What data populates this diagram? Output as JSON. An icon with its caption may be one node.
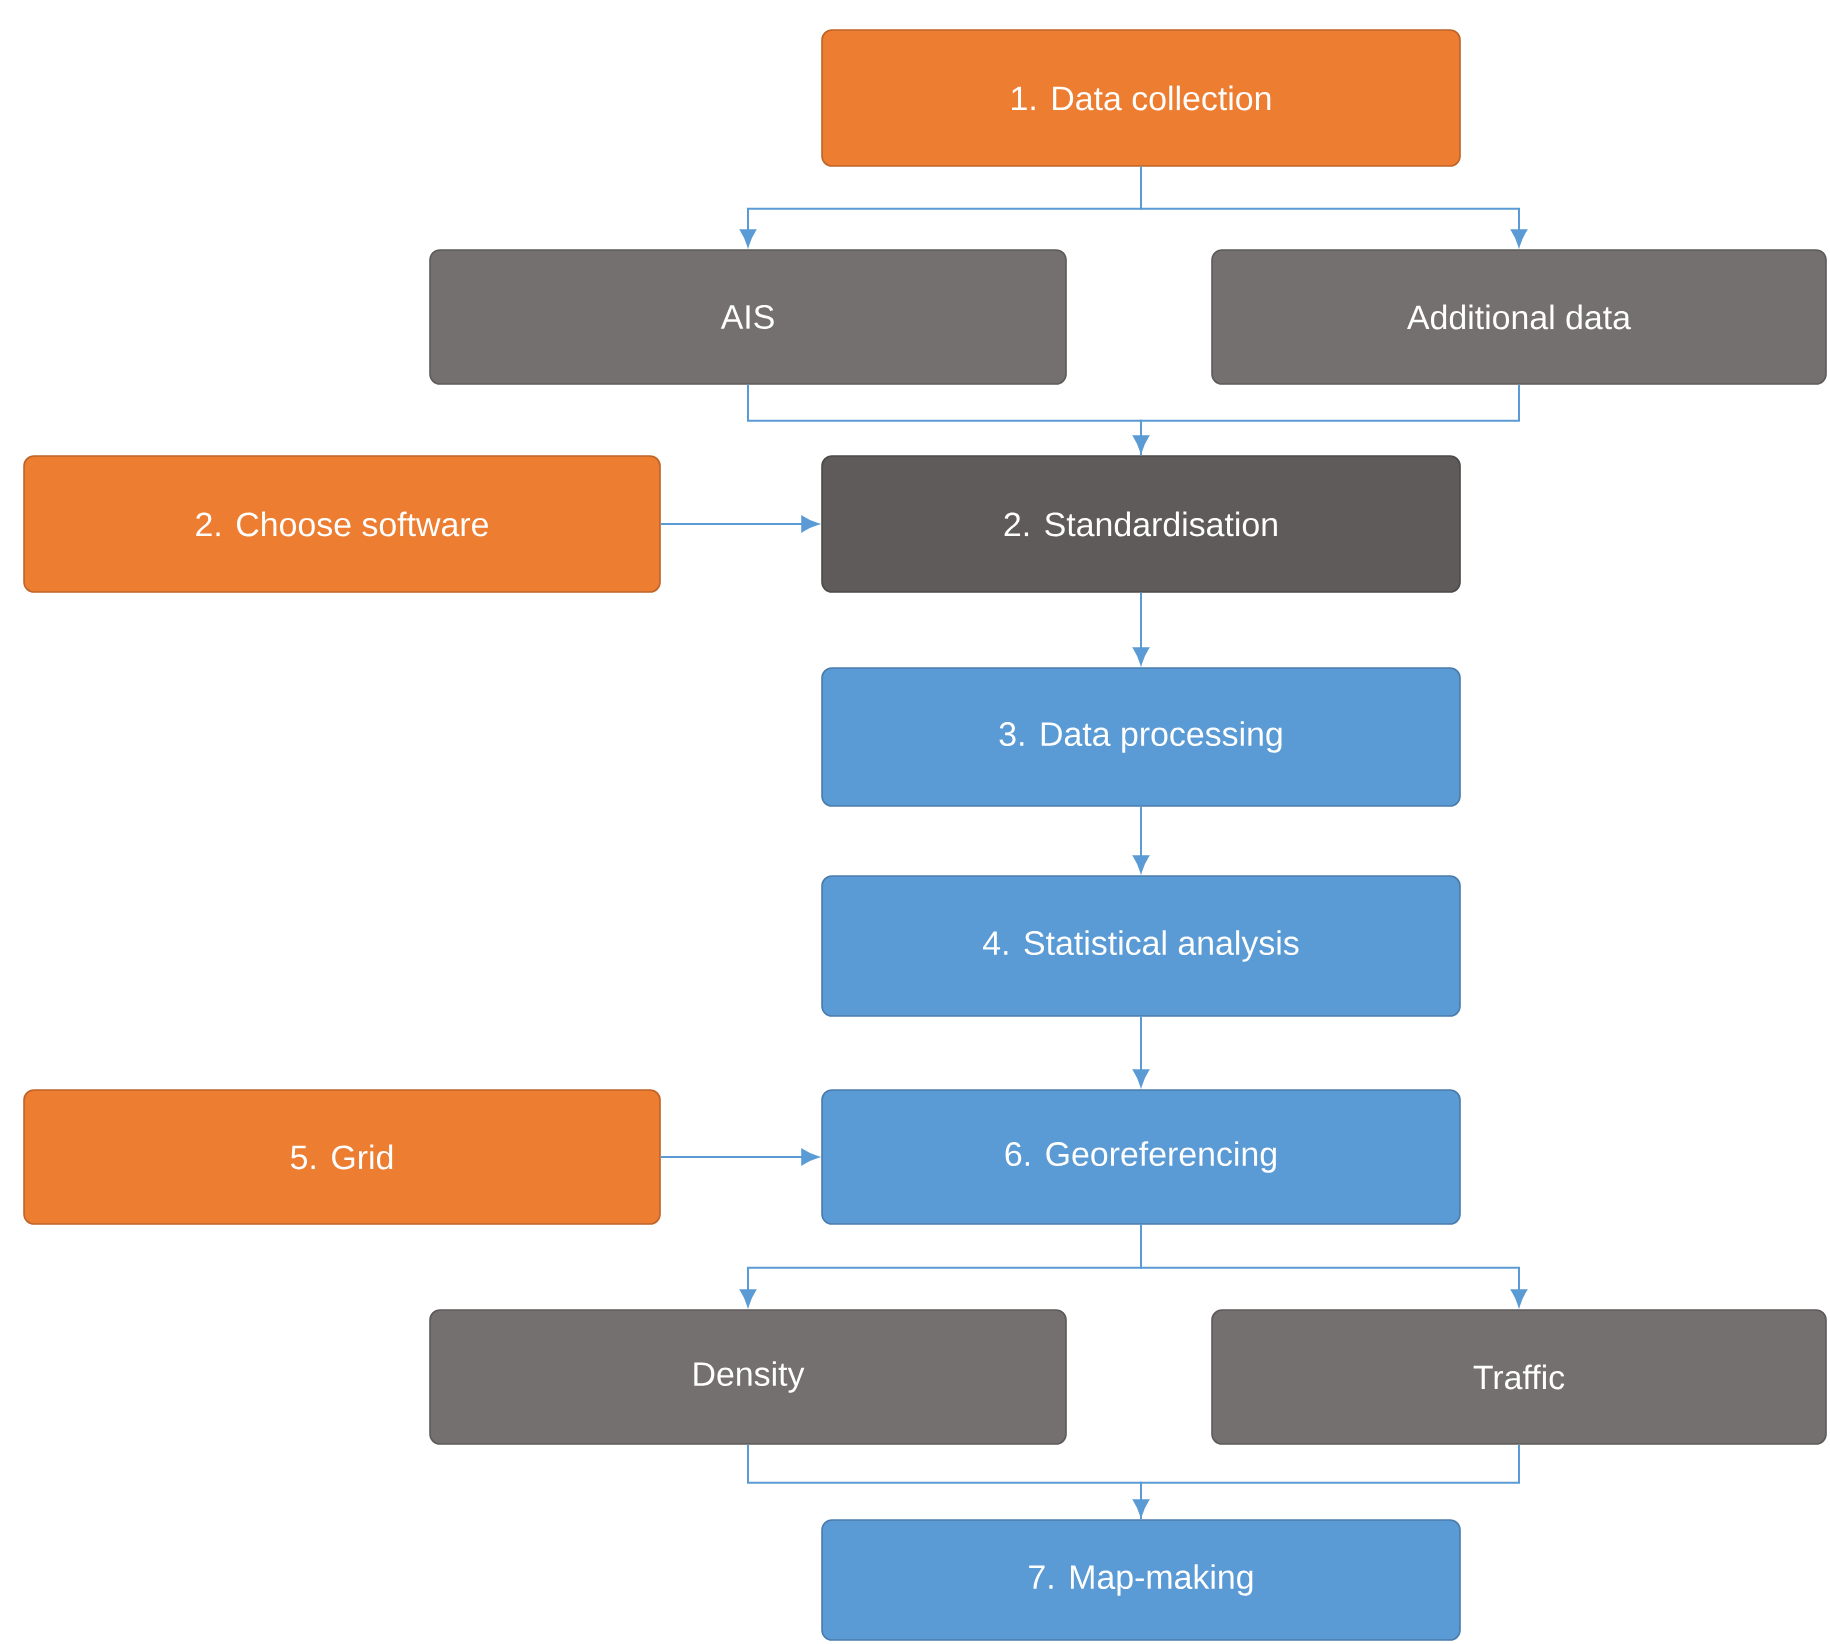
{
  "diagram": {
    "nodes": [
      {
        "text": [
          "1. Data collection"
        ]
      },
      {
        "text": [
          "AIS"
        ]
      },
      {
        "text": [
          "Additional data"
        ]
      },
      {
        "text": [
          "2. Choose software"
        ]
      },
      {
        "text": [
          "2. Standardisation"
        ]
      },
      {
        "text": [
          "3. Data processing"
        ]
      },
      {
        "text": [
          "4. Statistical analysis"
        ]
      },
      {
        "text": [
          "5. Grid"
        ]
      },
      {
        "text": [
          "6. Georeferencing"
        ]
      },
      {
        "text": [
          "Density"
        ]
      },
      {
        "text": [
          "Traffic"
        ]
      },
      {
        "text": [
          "7. Map-making"
        ]
      }
    ],
    "edges": [
      {
        "from": 0,
        "to": 1,
        "arrow": "to"
      },
      {
        "from": 0,
        "to": 2,
        "arrow": "to"
      },
      {
        "from": 1,
        "to": 4,
        "arrow": "to"
      },
      {
        "from": 2,
        "to": 4,
        "arrow": "to"
      },
      {
        "from": 3,
        "to": 4,
        "arrow": "to"
      },
      {
        "from": 4,
        "to": 5,
        "arrow": "to"
      },
      {
        "from": 5,
        "to": 6,
        "arrow": "to"
      },
      {
        "from": 6,
        "to": 8,
        "arrow": "to"
      },
      {
        "from": 7,
        "to": 8,
        "arrow": "to"
      },
      {
        "from": 8,
        "to": 9,
        "arrow": "to"
      },
      {
        "from": 8,
        "to": 10,
        "arrow": "to"
      },
      {
        "from": 9,
        "to": 11,
        "arrow": "to"
      },
      {
        "from": 10,
        "to": 11,
        "arrow": "to"
      }
    ]
  }
}
